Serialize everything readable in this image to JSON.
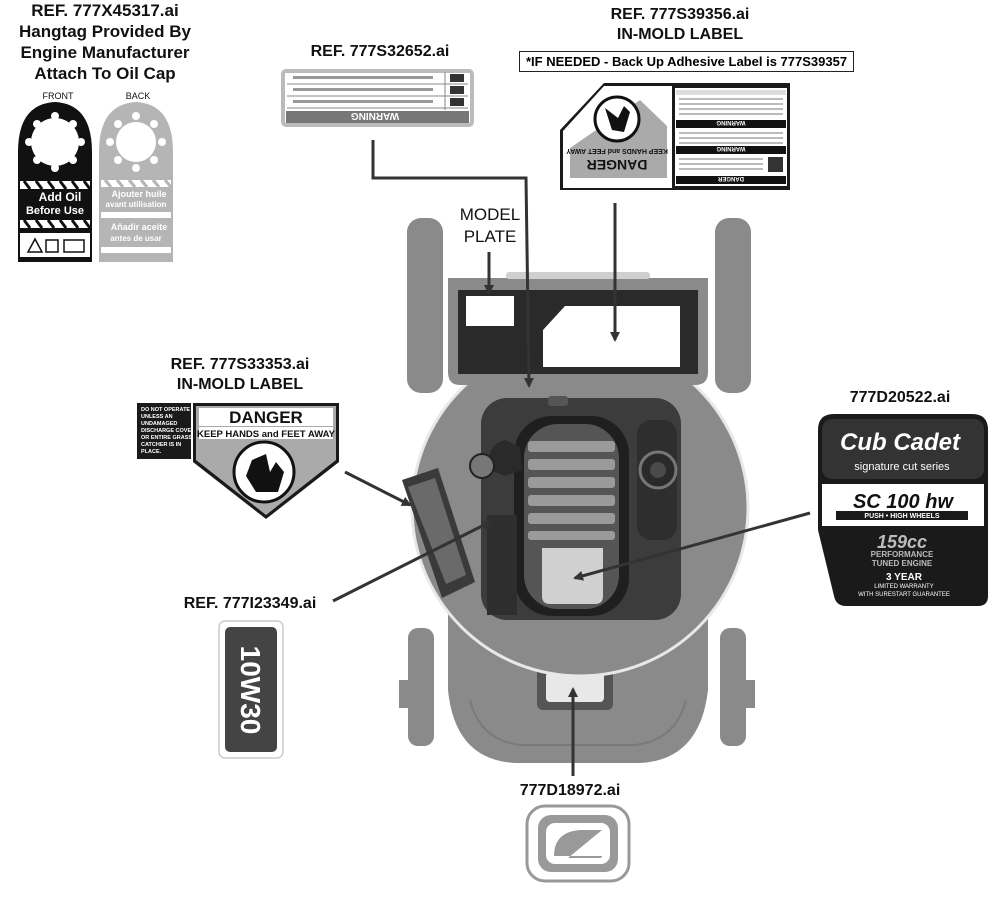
{
  "labels": {
    "hangtag_ref": "REF. 777X45317.ai",
    "hangtag_desc1": "Hangtag Provided By",
    "hangtag_desc2": "Engine Manufacturer",
    "hangtag_desc3": "Attach To Oil Cap",
    "front": "FRONT",
    "back": "BACK",
    "warning_ref": "REF. 777S32652.ai",
    "inmold_top_ref": "REF. 777S39356.ai",
    "inmold_top_sub": "IN-MOLD LABEL",
    "backup_note": "*IF NEEDED - Back Up Adhesive Label is 777S39357",
    "model_plate1": "MODEL",
    "model_plate2": "PLATE",
    "inmold_left_ref": "REF. 777S33353.ai",
    "inmold_left_sub": "IN-MOLD LABEL",
    "oil_ref": "REF. 777I23349.ai",
    "brand_ref": "777D20522.ai",
    "logo_ref": "777D18972.ai"
  },
  "hangtag_front": {
    "line1": "Add Oil",
    "line2": "Before Use"
  },
  "hangtag_back": {
    "line1": "Ajouter huile",
    "line2": "avant utilisation",
    "line3": "Añadir aceite",
    "line4": "antes de usar"
  },
  "danger_label": {
    "side_text": [
      "DO NOT OPERATE",
      "UNLESS AN",
      "UNDAMAGED",
      "DISCHARGE COVER",
      "OR ENTIRE GRASS",
      "CATCHER IS IN",
      "PLACE."
    ],
    "title": "DANGER",
    "subtitle": "KEEP HANDS and FEET AWAY"
  },
  "danger_top": {
    "title": "DANGER",
    "subtitle": "KEEP HANDS and FEET AWAY",
    "warning1": "WARNING",
    "warning2": "WARNING",
    "danger2": "DANGER"
  },
  "warning_label": {
    "title": "WARNING"
  },
  "oil_label": {
    "text": "10W30"
  },
  "brand_label": {
    "brand": "Cub Cadet",
    "series": "signature cut series",
    "model": "SC 100 hw",
    "model_sub": "PUSH • HIGH WHEELS",
    "cc": "159cc",
    "engine1": "PERFORMANCE",
    "engine2": "TUNED ENGINE",
    "warranty1": "3 YEAR",
    "warranty2": "LIMITED WARRANTY",
    "warranty3": "WITH SURESTART GUARANTEE"
  },
  "colors": {
    "mower_gray": "#8a8a8a",
    "dark": "#1a1a1a",
    "light_gray": "#d8d8d8"
  }
}
